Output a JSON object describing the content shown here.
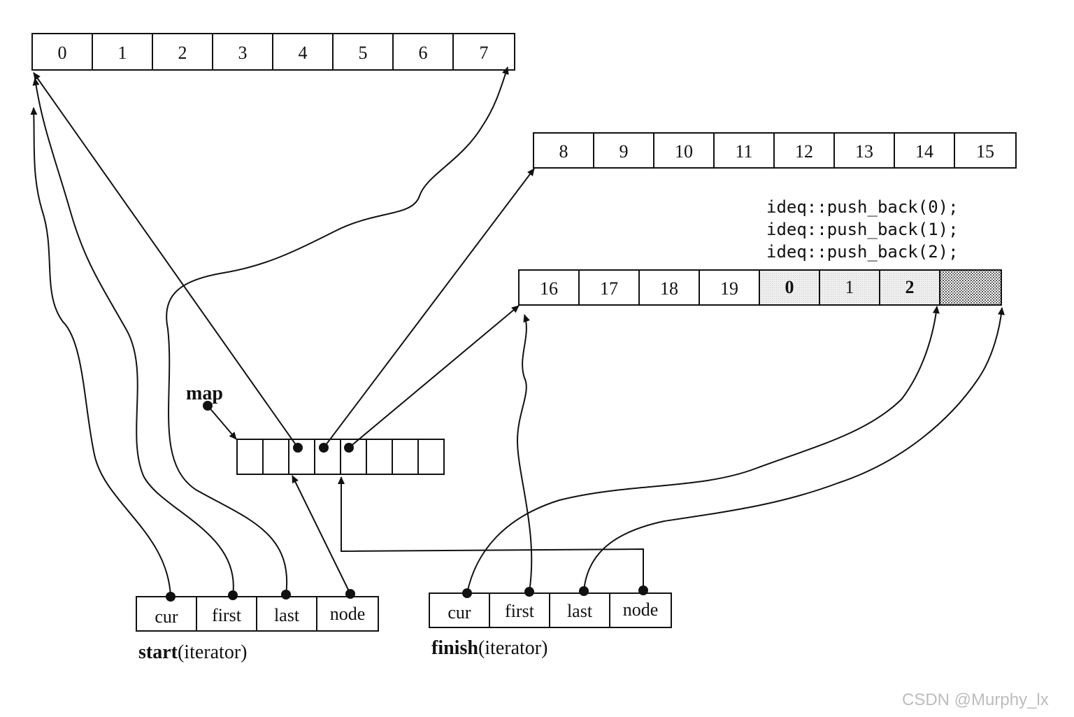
{
  "buffers": {
    "block_a": [
      "0",
      "1",
      "2",
      "3",
      "4",
      "5",
      "6",
      "7"
    ],
    "block_b": [
      "8",
      "9",
      "10",
      "11",
      "12",
      "13",
      "14",
      "15"
    ],
    "block_c": [
      "16",
      "17",
      "18",
      "19",
      "0",
      "1",
      "2",
      ""
    ]
  },
  "code_lines": [
    "ideq::push_back(0);",
    "ideq::push_back(1);",
    "ideq::push_back(2);"
  ],
  "map_label": "map",
  "start_iterator": {
    "fields": [
      "cur",
      "first",
      "last",
      "node"
    ],
    "caption_bold": "start",
    "caption_rest": "(iterator)"
  },
  "finish_iterator": {
    "fields": [
      "cur",
      "first",
      "last",
      "node"
    ],
    "caption_bold": "finish",
    "caption_rest": "(iterator)"
  },
  "watermark": "CSDN @Murphy_lx",
  "colors": {
    "line": "#111111",
    "highlight": "#e2e2e2",
    "hatch": "#777777",
    "watermark": "#bdbdbd"
  }
}
